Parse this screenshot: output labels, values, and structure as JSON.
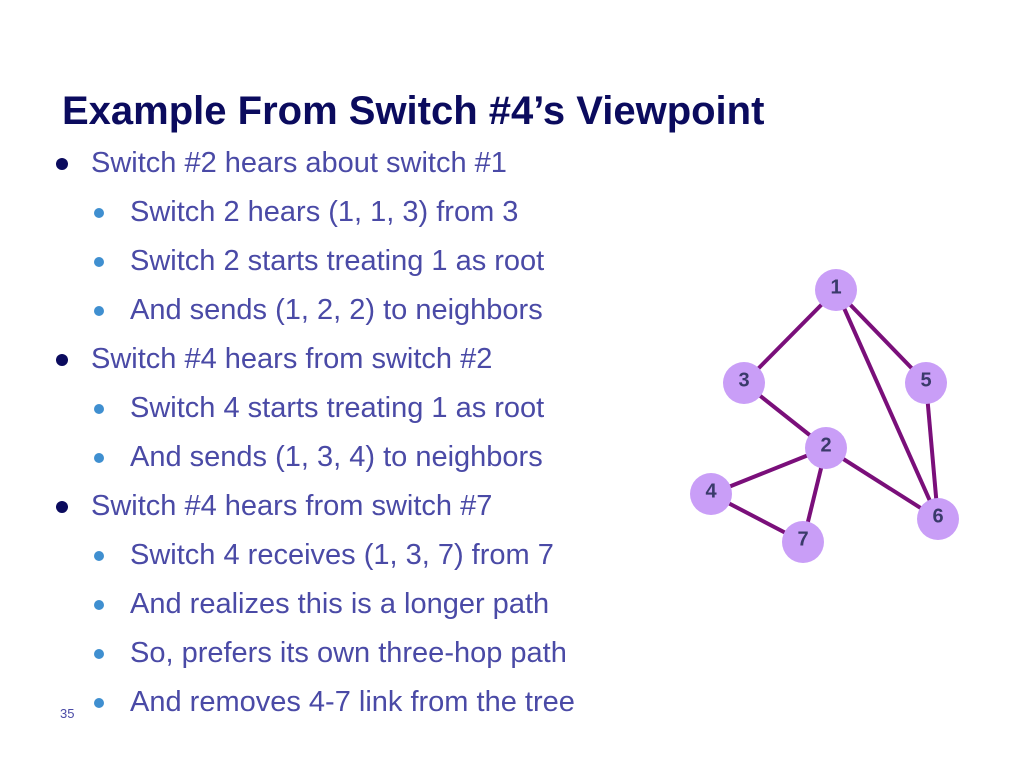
{
  "slide": {
    "title": "Example From Switch #4’s Viewpoint",
    "slide_number": "35",
    "colors": {
      "title": "#0b0b5e",
      "text": "#4a4aa6",
      "node_fill": "#c99ef7",
      "edge": "#7a0f7a",
      "sub_bullet": "#3f8fd0"
    },
    "bullets": [
      {
        "text": "Switch #2 hears about switch #1",
        "level": 1
      },
      {
        "text": "Switch 2 hears (1, 1, 3) from 3",
        "level": 2
      },
      {
        "text": "Switch 2 starts treating 1 as root",
        "level": 2
      },
      {
        "text": "And sends (1, 2, 2) to neighbors",
        "level": 2
      },
      {
        "text": "Switch #4 hears from switch #2",
        "level": 1
      },
      {
        "text": "Switch 4 starts treating 1 as root",
        "level": 2
      },
      {
        "text": "And sends (1, 3, 4) to neighbors",
        "level": 2
      },
      {
        "text": "Switch #4 hears from switch #7",
        "level": 1
      },
      {
        "text": "Switch 4 receives (1, 3, 7) from 7",
        "level": 2
      },
      {
        "text": "And realizes this is a longer path",
        "level": 2
      },
      {
        "text": "So, prefers its own three-hop path",
        "level": 2
      },
      {
        "text": "And removes 4-7 link from the tree",
        "level": 2
      }
    ]
  },
  "graph": {
    "nodes": [
      "1",
      "2",
      "3",
      "4",
      "5",
      "6",
      "7"
    ],
    "edges": [
      [
        "1",
        "3"
      ],
      [
        "1",
        "5"
      ],
      [
        "1",
        "6"
      ],
      [
        "3",
        "2"
      ],
      [
        "5",
        "6"
      ],
      [
        "2",
        "4"
      ],
      [
        "2",
        "6"
      ],
      [
        "2",
        "7"
      ],
      [
        "4",
        "7"
      ]
    ]
  }
}
